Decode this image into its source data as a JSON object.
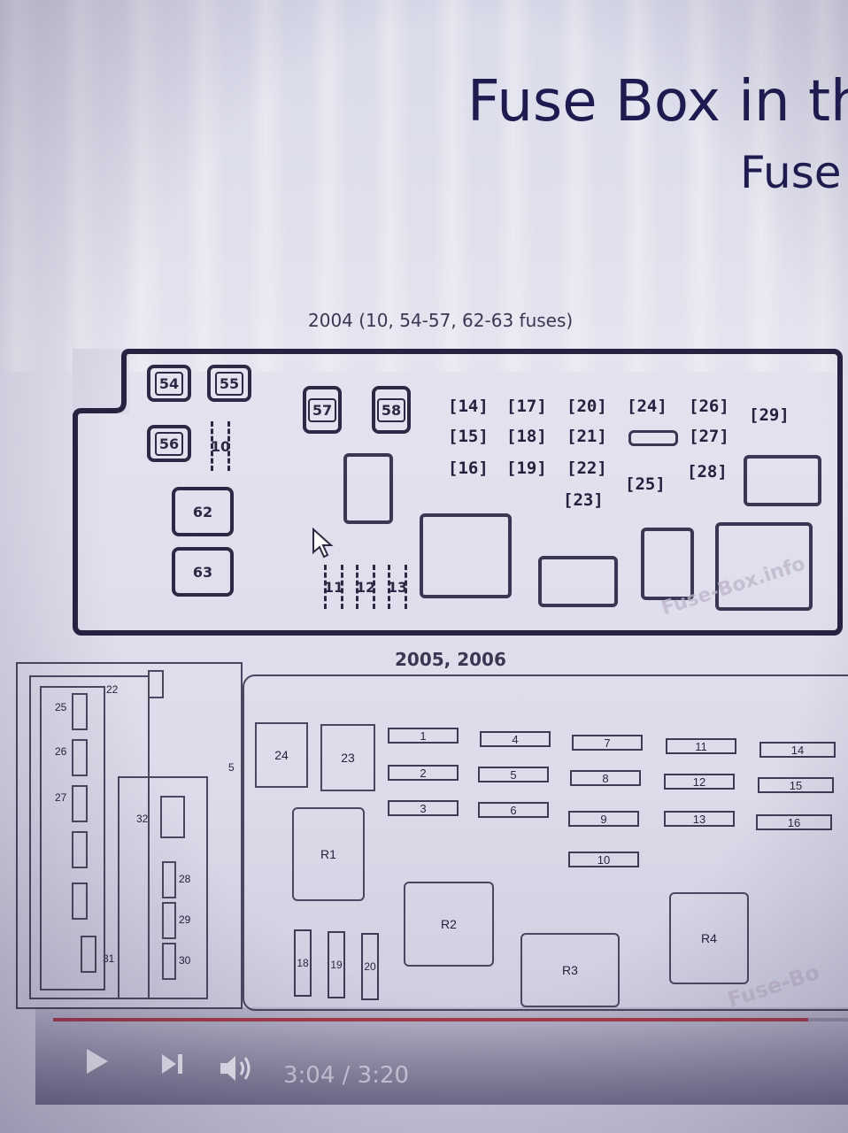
{
  "header": {
    "title": "Fuse Box in th",
    "subtitle": "Fuse"
  },
  "diagram_2004": {
    "caption": "2004 (10, 54-57, 62-63 fuses)",
    "fuses": {
      "f54": "54",
      "f55": "55",
      "f56": "56",
      "f57": "57",
      "f58": "58",
      "f10": "10",
      "f62": "62",
      "f63": "63",
      "f11": "11",
      "f12": "12",
      "f13": "13"
    },
    "brackets": {
      "b14": "[14]",
      "b17": "[17]",
      "b20": "[20]",
      "b24": "[24]",
      "b26": "[26]",
      "b29": "[29]",
      "b15": "[15]",
      "b18": "[18]",
      "b21": "[21]",
      "b27": "[27]",
      "b16": "[16]",
      "b19": "[19]",
      "b22": "[22]",
      "b25": "[25]",
      "b28": "[28]",
      "b23": "[23]"
    },
    "watermark": "Fuse-Box.info"
  },
  "diagram_2005": {
    "caption": "2005, 2006",
    "slots": [
      "1",
      "2",
      "3",
      "4",
      "5",
      "6",
      "7",
      "8",
      "9",
      "10",
      "11",
      "12",
      "13",
      "14",
      "15",
      "16"
    ],
    "boxes": {
      "b24": "24",
      "b23": "23"
    },
    "relays": {
      "r1": "R1",
      "r2": "R2",
      "r3": "R3",
      "r4": "R4"
    },
    "tall": {
      "t18": "18",
      "t19": "19",
      "t20": "20"
    },
    "left_module": {
      "l22": "22",
      "l25": "25",
      "l26": "26",
      "l27": "27",
      "l31": "31",
      "l32": "32",
      "l28": "28",
      "l29": "29",
      "l30": "30",
      "l5": "5"
    },
    "watermark": "Fuse-Bo"
  },
  "player": {
    "time": "3:04 / 3:20",
    "progress": 0.95
  }
}
